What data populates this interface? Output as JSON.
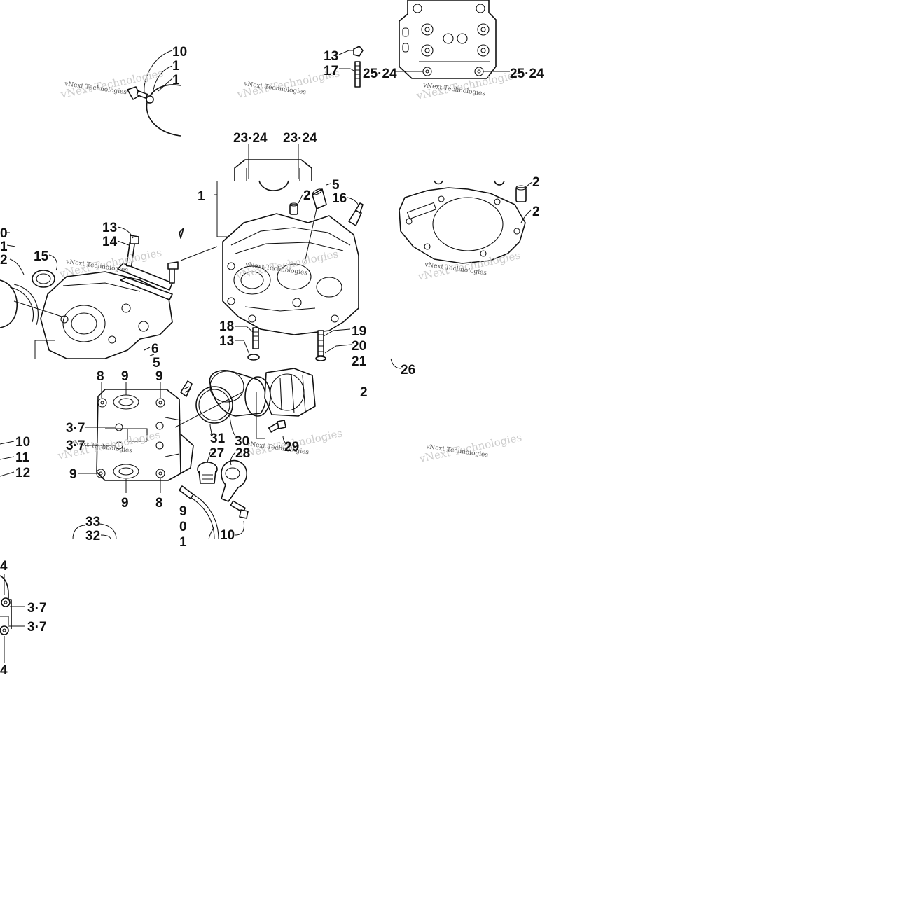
{
  "watermark": {
    "text": "vNext Technologies"
  },
  "callouts": {
    "c1": "10",
    "c2": "1",
    "c3": "1",
    "c4": "13",
    "c5": "17",
    "c6": "25·24",
    "c7": "25·24",
    "c8": "23·24",
    "c9": "23·24",
    "c10": "1",
    "c11": "2",
    "c12": "5",
    "c13": "16",
    "c14": "2",
    "c15": "2",
    "c16": "0",
    "c17": "1",
    "c18": "2",
    "c19": "15",
    "c20": "13",
    "c21": "14",
    "c22": "6",
    "c23": "5",
    "c24": "18",
    "c25": "13",
    "c26": "19",
    "c27": "20",
    "c28": "21",
    "c29": "26",
    "c30": "2",
    "c31": "8",
    "c32": "9",
    "c33": "9",
    "c34": "3·7",
    "c35": "3·7",
    "c36": "9",
    "c37": "9",
    "c38": "8",
    "c39": "10",
    "c40": "11",
    "c41": "12",
    "c42": "31",
    "c43": "30",
    "c44": "29",
    "c45": "27",
    "c46": "28",
    "c47": "9",
    "c48": "0",
    "c49": "1",
    "c50": "10",
    "c51": "33",
    "c52": "32",
    "c53": "4",
    "c54": "3·7",
    "c55": "3·7",
    "c56": "4"
  }
}
